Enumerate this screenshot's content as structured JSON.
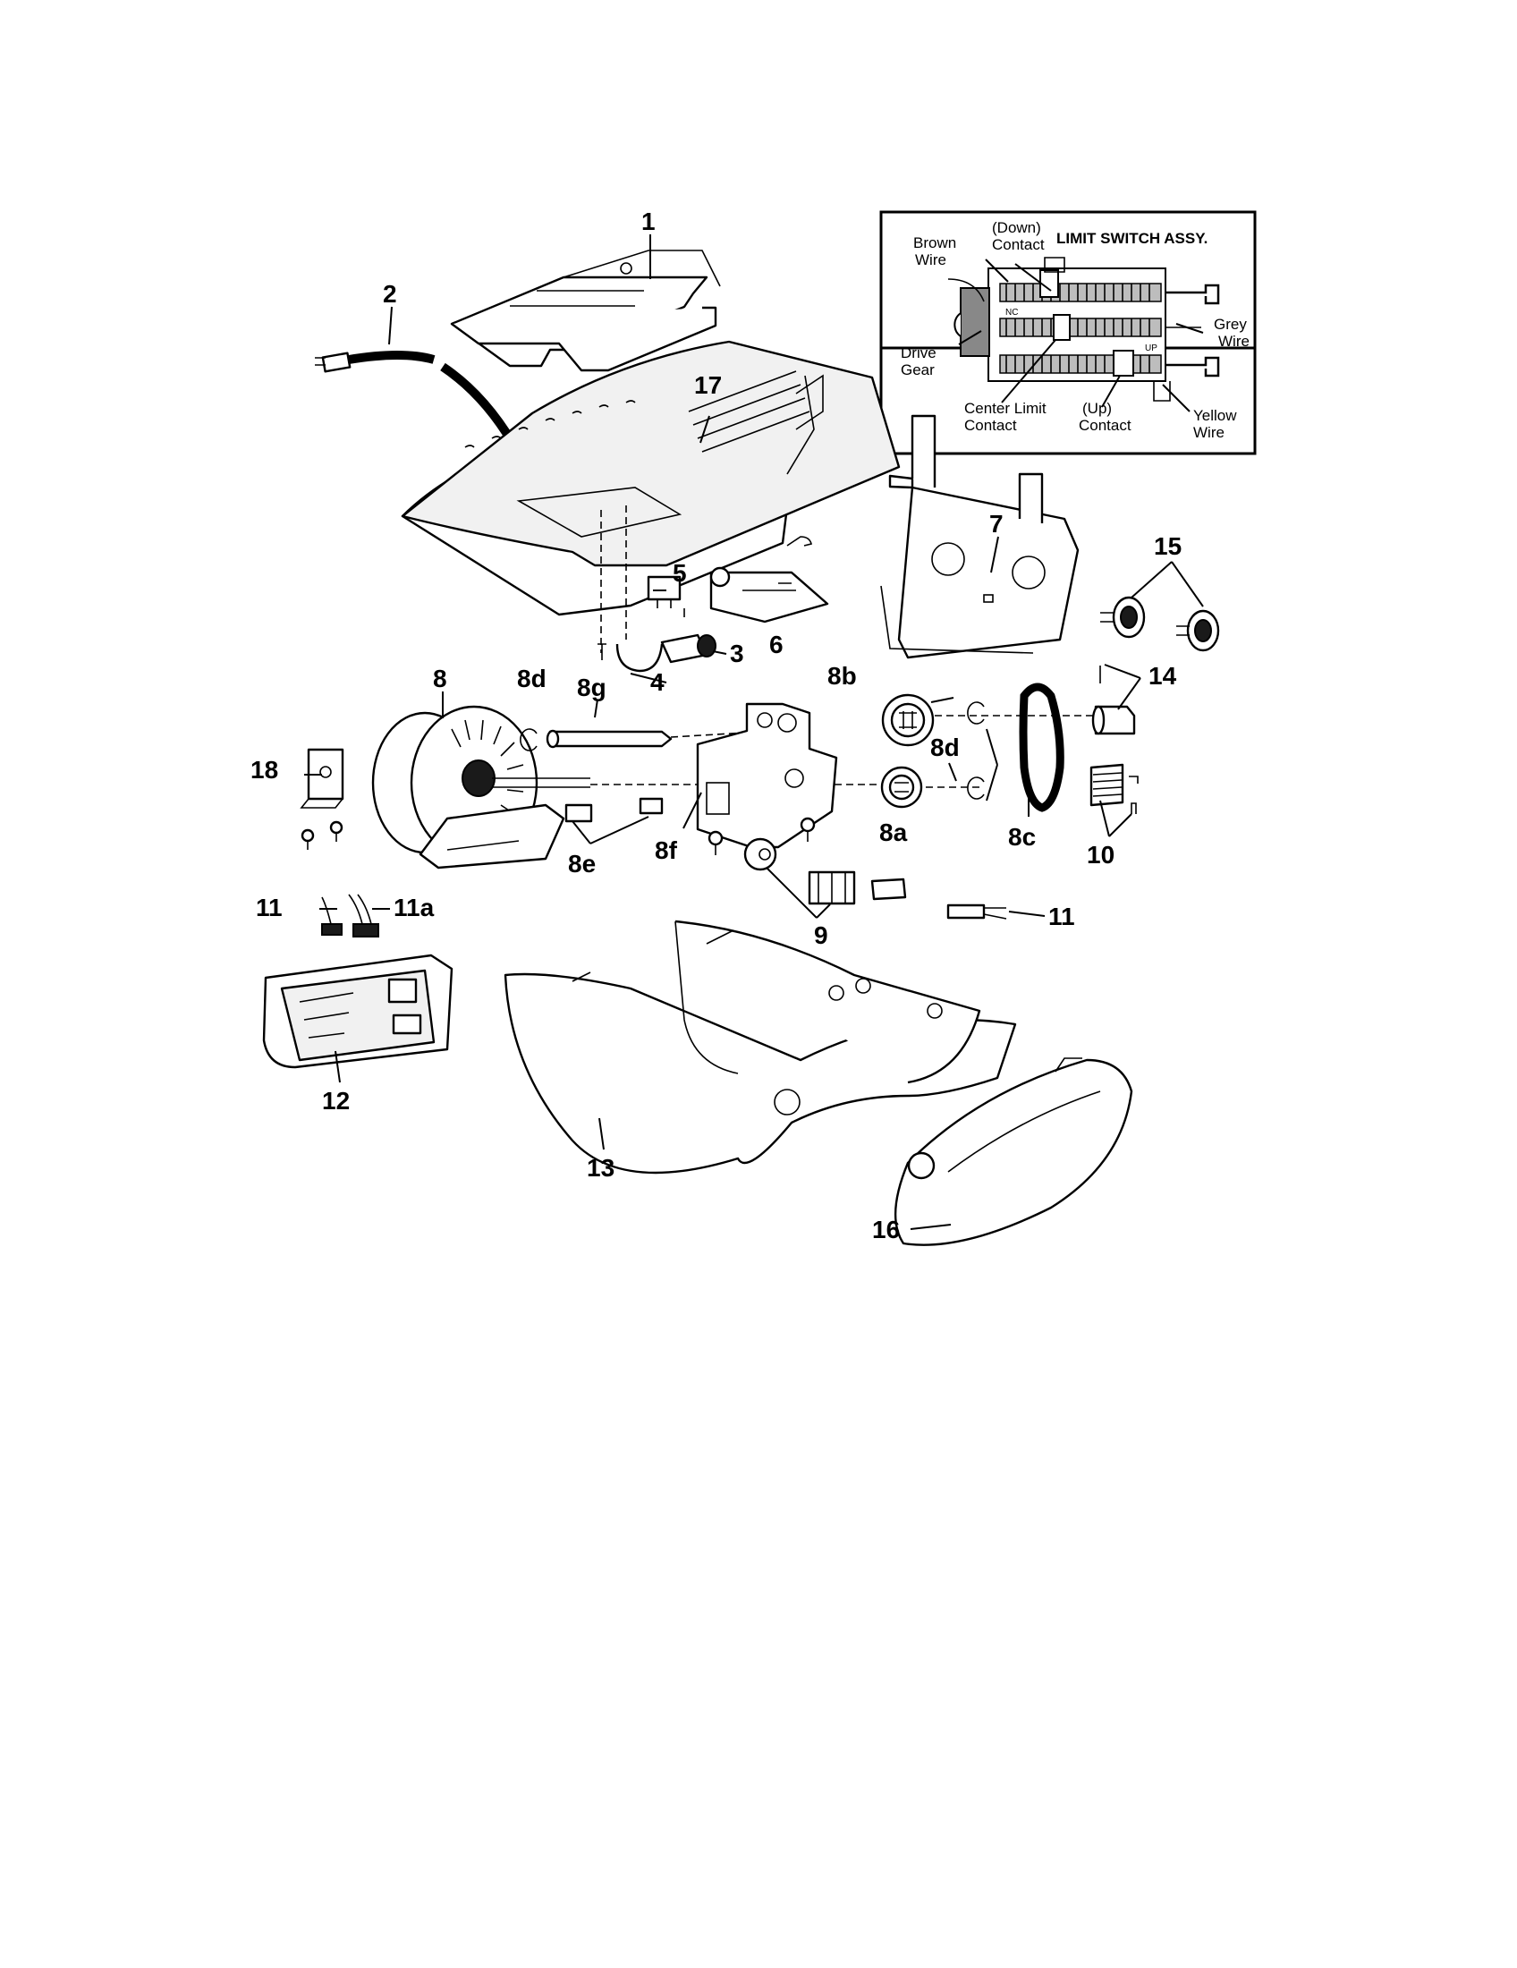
{
  "inset": {
    "title": "LIMIT SWITCH ASSY.",
    "labels": {
      "brown_wire": [
        "Brown",
        "Wire"
      ],
      "down_contact": [
        "(Down)",
        "Contact"
      ],
      "grey_wire": [
        "Grey",
        "Wire"
      ],
      "drive_gear": [
        "Drive",
        "Gear"
      ],
      "center_limit": [
        "Center Limit",
        "Contact"
      ],
      "up_contact": [
        "(Up)",
        "Contact"
      ],
      "yellow_wire": [
        "Yellow",
        "Wire"
      ],
      "nc": "NC",
      "up": "UP"
    }
  },
  "callouts": {
    "c1": "1",
    "c2": "2",
    "c3": "3",
    "c4": "4",
    "c5": "5",
    "c6": "6",
    "c7": "7",
    "c8": "8",
    "c8a": "8a",
    "c8b": "8b",
    "c8c": "8c",
    "c8d_left": "8d",
    "c8d_right": "8d",
    "c8e": "8e",
    "c8f": "8f",
    "c8g": "8g",
    "c9": "9",
    "c10": "10",
    "c11_left": "11",
    "c11a": "11a",
    "c11_right": "11",
    "c12": "12",
    "c13": "13",
    "c14": "14",
    "c15": "15",
    "c16": "16",
    "c17": "17",
    "c18": "18"
  }
}
